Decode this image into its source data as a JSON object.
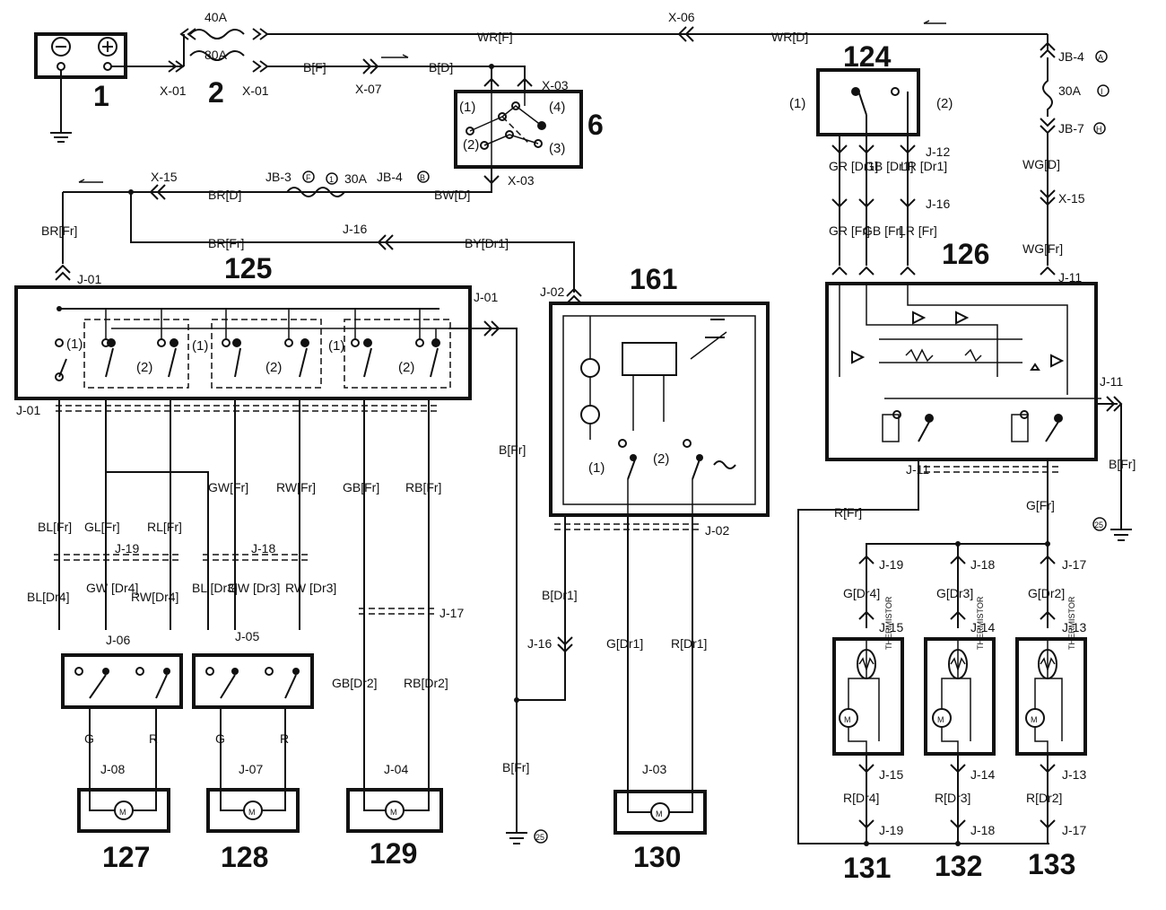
{
  "components": {
    "c1": "1",
    "c2": "2",
    "c6": "6",
    "c124": "124",
    "c125": "125",
    "c126": "126",
    "c161": "161",
    "c127": "127",
    "c128": "128",
    "c129": "129",
    "c130": "130",
    "c131": "131",
    "c132": "132",
    "c133": "133"
  },
  "fuses": {
    "f40a": "40A",
    "f80a": "80A",
    "f30a_top": "30A",
    "f30a_mid": "30A"
  },
  "connectors": {
    "x01a": "X-01",
    "x01b": "X-01",
    "x07": "X-07",
    "x03a": "X-03",
    "x03b": "X-03",
    "x06": "X-06",
    "x15a": "X-15",
    "x15b": "X-15",
    "jb4a": "JB-4",
    "jb7": "JB-7",
    "jb3": "JB-3",
    "jb4b": "JB-4",
    "j01a": "J-01",
    "j01b": "J-01",
    "j01c": "J-01",
    "j02a": "J-02",
    "j02b": "J-02",
    "j16a": "J-16",
    "j16b": "J-16",
    "j16c": "J-16",
    "j12": "J-12",
    "j11a": "J-11",
    "j11b": "J-11",
    "j11c": "J-11",
    "j19a": "J-19",
    "j18a": "J-18",
    "j17a": "J-17",
    "j06": "J-06",
    "j05": "J-05",
    "j08": "J-08",
    "j07": "J-07",
    "j04": "J-04",
    "j03": "J-03",
    "j19b": "J-19",
    "j18b": "J-18",
    "j17b": "J-17",
    "j15a": "J-15",
    "j14a": "J-14",
    "j13a": "J-13",
    "j15b": "J-15",
    "j14b": "J-14",
    "j13b": "J-13",
    "j19c": "J-19",
    "j18c": "J-18",
    "j17c": "J-17"
  },
  "wires": {
    "wr_f": "WR[F]",
    "wr_d": "WR[D]",
    "b_f_top": "B[F]",
    "b_d_top": "B[D]",
    "br_d": "BR[D]",
    "bw_d": "BW[D]",
    "br_fr_left": "BR[Fr]",
    "br_fr_mid": "BR[Fr]",
    "by_dr1": "BY[Dr1]",
    "wg_d": "WG[D]",
    "wg_fr": "WG[Fr]",
    "gr_dr1": "GR [Dr1]",
    "gb_dr1": "GB [Dr1]",
    "lr_dr1": "LR [Dr1]",
    "gr_fr": "GR [Fr]",
    "gb_fr": "GB [Fr]",
    "lr_fr": "LR [Fr]",
    "bl_fr": "BL[Fr]",
    "gl_fr": "GL[Fr]",
    "rl_fr": "RL[Fr]",
    "gw_fr": "GW[Fr]",
    "rw_fr": "RW[Fr]",
    "gb_fr2": "GB[Fr]",
    "rb_fr": "RB[Fr]",
    "bl_dr4": "BL[Dr4]",
    "gw_dr4": "GW [Dr4]",
    "rw_dr4": "RW[Dr4]",
    "bl_dr3": "BL [Dr3]",
    "gw_dr3": "GW [Dr3]",
    "rw_dr3": "RW [Dr3]",
    "gb_dr2": "GB[Dr2]",
    "rb_dr2": "RB[Dr2]",
    "b_fr_161": "B[Fr]",
    "b_dr1": "B[Dr1]",
    "b_fr_bottom": "B[Fr]",
    "g_dr1": "G[Dr1]",
    "r_dr1": "R[Dr1]",
    "r_fr": "R[Fr]",
    "g_fr": "G[Fr]",
    "b_fr_126": "B[Fr]",
    "g_dr4": "G[Dr4]",
    "g_dr3": "G[Dr3]",
    "g_dr2": "G[Dr2]",
    "r_dr4": "R[Dr4]",
    "r_dr3": "R[Dr3]",
    "r_dr2": "R[Dr2]",
    "g127": "G",
    "r127": "R",
    "g128": "G",
    "r128": "R"
  },
  "pins": {
    "p124_1": "(1)",
    "p124_2": "(2)",
    "p6_1": "(1)",
    "p6_2": "(2)",
    "p6_3": "(3)",
    "p6_4": "(4)",
    "p125_1a": "(1)",
    "p125_2a": "(2)",
    "p125_1b": "(1)",
    "p125_2b": "(2)",
    "p125_1c": "(1)",
    "p125_2c": "(2)",
    "p161_1": "(1)",
    "p161_2": "(2)"
  },
  "marks": {
    "jb4a_circ": "A",
    "jb7_circ": "H",
    "f30a_top_circ": "I",
    "jb3_circ": "F",
    "f30a_mid_circ": "1",
    "jb4b_circ": "B",
    "g25a": "25",
    "g25b": "25",
    "motor": "M",
    "thermistor": "THERMISTOR"
  }
}
